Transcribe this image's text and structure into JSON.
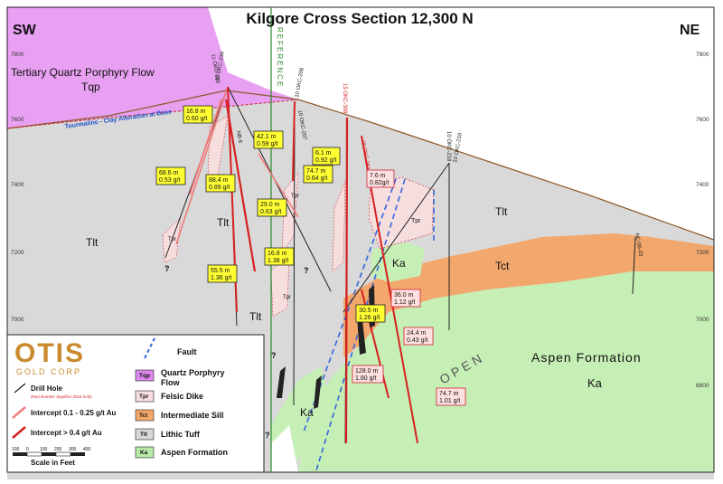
{
  "title": "Kilgore Cross Section 12,300 N",
  "corners": {
    "left": "SW",
    "right": "NE"
  },
  "reference_label": "REFERENCE",
  "elevations": [
    "7800",
    "7600",
    "7400",
    "7200",
    "7000",
    "6800"
  ],
  "unit_labels": {
    "tqp_line1": "Tertiary Quartz Porphyry Flow",
    "tqp_line2": "Tqp",
    "tlt_left": "Tlt",
    "tlt_mid": "Tlt",
    "tlt_lower": "Tlt",
    "tlt_right": "Tlt",
    "tct": "Tct",
    "ka_mid": "Ka",
    "ka_low": "Ka",
    "ka_big": "Ka",
    "aspen": "Aspen Formation",
    "open": "O P E N",
    "tpr1": "Tpr",
    "tpr2": "Tpr",
    "tpr3": "Tpr",
    "tpr4": "Tpr",
    "alteration": "Tourmaline - Clay Alteration at Base"
  },
  "holes": [
    {
      "id": "hole-11okc283",
      "label": "11 OKC-283"
    },
    {
      "id": "hole-10okc234",
      "label": "10 OKC-234"
    },
    {
      "id": "hole-nb6",
      "label": "NB-6"
    },
    {
      "id": "hole-10okc208",
      "label": "10 OKC-208"
    },
    {
      "id": "hole-10okc207",
      "label": "10 OKC-207"
    },
    {
      "id": "hole-15okc308",
      "label": "15 OKC-308"
    },
    {
      "id": "hole-16okc352",
      "label": "16 OKC-352"
    },
    {
      "id": "hole-10okc218",
      "label": "10 OKC-218"
    },
    {
      "id": "hole-10okc219",
      "label": "10 OKC-219"
    },
    {
      "id": "hole-ncx06",
      "label": "NC-06-03"
    }
  ],
  "intercepts": [
    {
      "style": "yellow",
      "line1": "16.8 m",
      "line2": "0.60 g/t"
    },
    {
      "style": "yellow",
      "line1": "42.1 m",
      "line2": "0.59 g/t"
    },
    {
      "style": "yellow",
      "line1": "68.6 m",
      "line2": "0.53 g/t"
    },
    {
      "style": "yellow",
      "line1": "88.4 m",
      "line2": "0.89 g/t"
    },
    {
      "style": "yellow",
      "line1": "74.7 m",
      "line2": "0.64 g/t"
    },
    {
      "style": "yellow",
      "line1": "6.1 m",
      "line2": "0.92 g/t"
    },
    {
      "style": "pink",
      "line1": "7.6 m",
      "line2": "0.82g/t"
    },
    {
      "style": "yellow",
      "line1": "29.0 m",
      "line2": "0.63 g/t"
    },
    {
      "style": "yellow",
      "line1": "16.8 m",
      "line2": "1.38 g/t"
    },
    {
      "style": "yellow",
      "line1": "55.5 m",
      "line2": "1.36 g/t"
    },
    {
      "style": "pink",
      "line1": "36.0 m",
      "line2": "1.12 g/t"
    },
    {
      "style": "yellow",
      "line1": "30.5 m",
      "line2": "1.26 g/t"
    },
    {
      "style": "pink",
      "line1": "24.4 m",
      "line2": "0.43 g/t"
    },
    {
      "style": "pink",
      "line1": "128.0 m",
      "line2": "1.80 g/t"
    },
    {
      "style": "pink",
      "line1": "74.7 m",
      "line2": "1.01 g/t"
    }
  ],
  "question_mark": "?",
  "legend": {
    "logo_main": "OTIS",
    "logo_sub": "GOLD CORP",
    "fault": "Fault",
    "drill_hole": "Drill Hole",
    "drill_hole_note": "(Red Number Signifies 2016 hole)",
    "intercept_low": "Intercept 0.1 - 0.25 g/t  Au",
    "intercept_high": "Intercept  > 0.4  g/t  Au",
    "scale_ticks": [
      "100",
      "0",
      "100",
      "200",
      "300",
      "400"
    ],
    "scale_label": "Scale in Feet",
    "units": [
      {
        "code": "Tqp",
        "name": "Quartz Porphyry Flow",
        "color": "#dd88ee"
      },
      {
        "code": "Tpr",
        "name": "Felsic Dike",
        "color": "#f8dede"
      },
      {
        "code": "Tct",
        "name": "Intermediate Sill",
        "color": "#f3a86a"
      },
      {
        "code": "Tlt",
        "name": "Lithic Tuff",
        "color": "#d8d8d8"
      },
      {
        "code": "Ka",
        "name": "Aspen Formation",
        "color": "#b8eaa8"
      }
    ]
  },
  "colors": {
    "tqp": "#e8a0f2",
    "tlt": "#d9d9d9",
    "tct": "#f2a76c",
    "ka": "#c6efb6",
    "intercept_red": "#d62020",
    "intercept_pink": "#f07b7b",
    "fault_blue": "#3366dd",
    "reference_green": "#2a8a2a"
  }
}
